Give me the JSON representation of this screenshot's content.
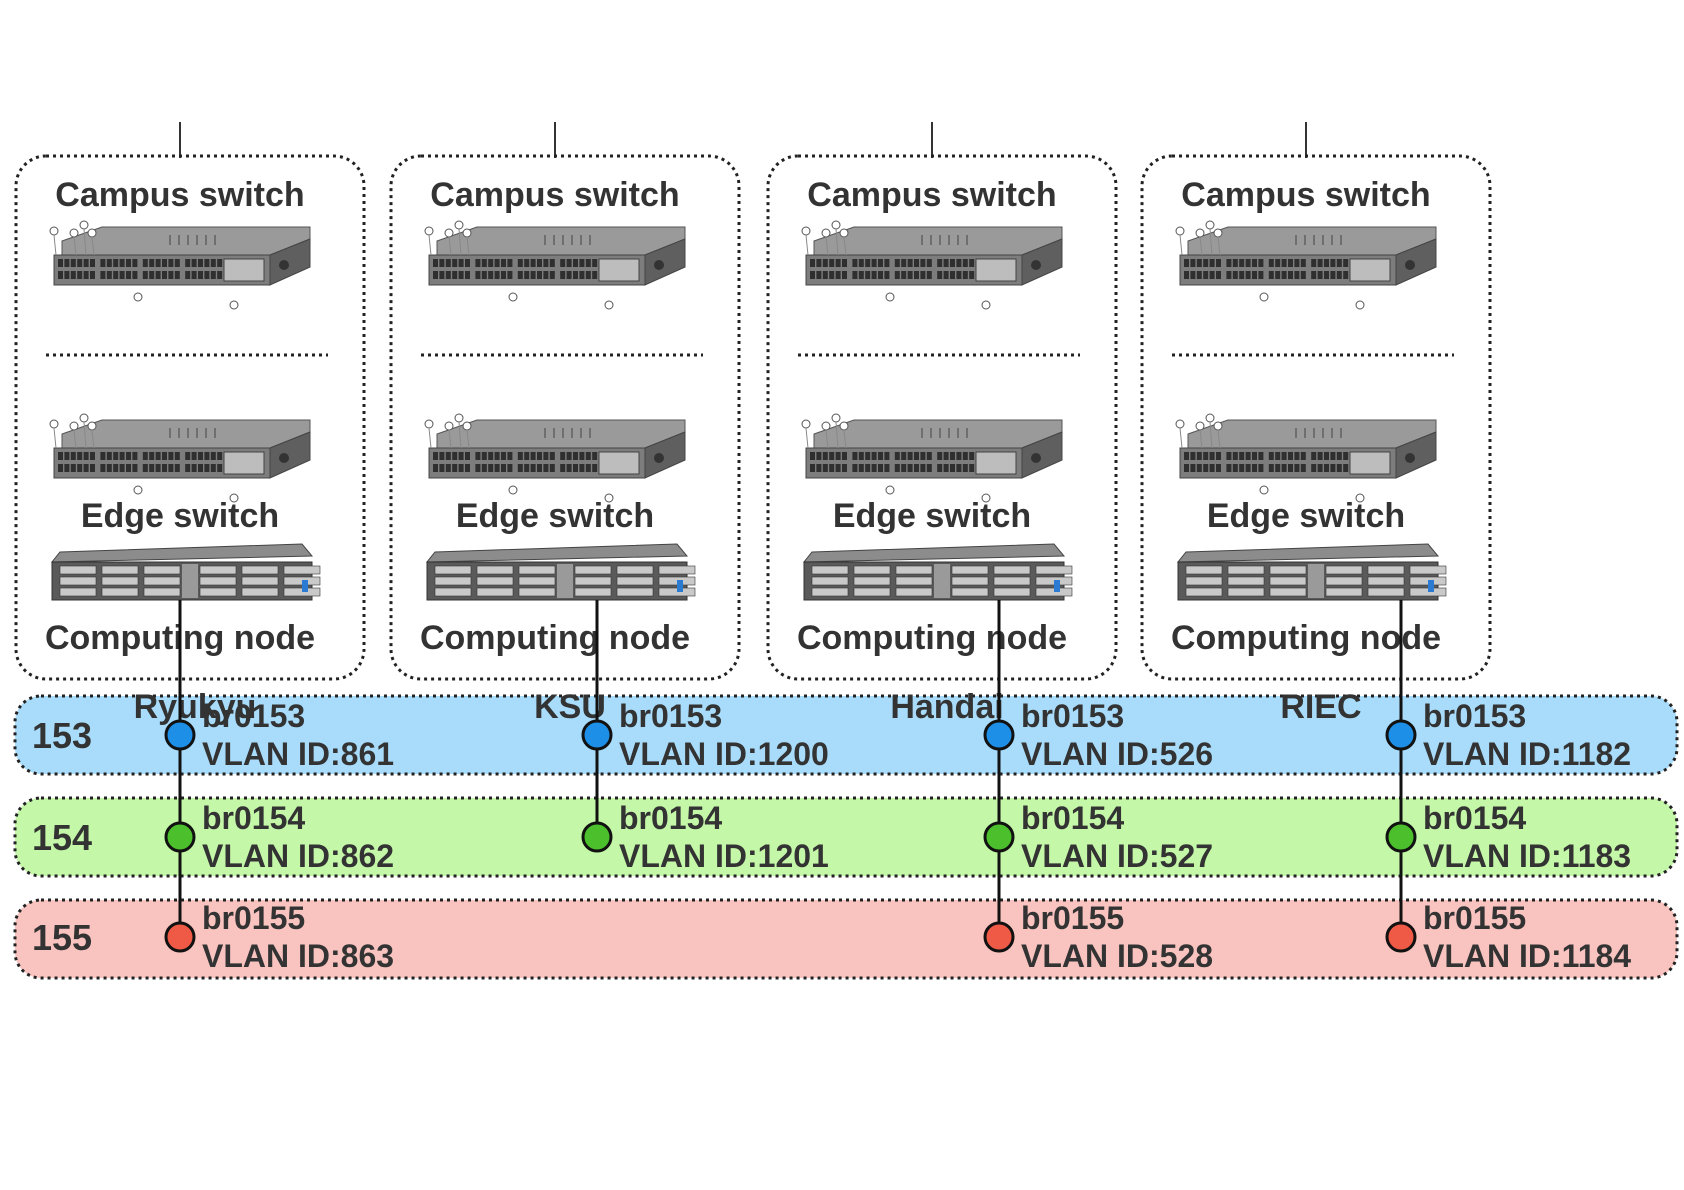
{
  "sites": [
    {
      "name": "Ryukyu",
      "campus_label": "Campus switch",
      "edge_label": "Edge switch",
      "node_label": "Computing node"
    },
    {
      "name": "KSU",
      "campus_label": "Campus switch",
      "edge_label": "Edge switch",
      "node_label": "Computing node"
    },
    {
      "name": "Handai",
      "campus_label": "Campus switch",
      "edge_label": "Edge switch",
      "node_label": "Computing node"
    },
    {
      "name": "RIEC",
      "campus_label": "Campus switch",
      "edge_label": "Edge switch",
      "node_label": "Computing node"
    }
  ],
  "vlan_rows": [
    {
      "id": "153",
      "color": "#a8dcfa",
      "dot": "#1e8fe6"
    },
    {
      "id": "154",
      "color": "#c4f7a8",
      "dot": "#4cc02c"
    },
    {
      "id": "155",
      "color": "#f9c4c0",
      "dot": "#ef5a47"
    }
  ],
  "connections": [
    {
      "site": 0,
      "row": 0,
      "bridge": "br0153",
      "vlan": "VLAN ID:861"
    },
    {
      "site": 0,
      "row": 1,
      "bridge": "br0154",
      "vlan": "VLAN ID:862"
    },
    {
      "site": 0,
      "row": 2,
      "bridge": "br0155",
      "vlan": "VLAN ID:863"
    },
    {
      "site": 1,
      "row": 0,
      "bridge": "br0153",
      "vlan": "VLAN ID:1200"
    },
    {
      "site": 1,
      "row": 1,
      "bridge": "br0154",
      "vlan": "VLAN ID:1201"
    },
    {
      "site": 2,
      "row": 0,
      "bridge": "br0153",
      "vlan": "VLAN ID:526"
    },
    {
      "site": 2,
      "row": 1,
      "bridge": "br0154",
      "vlan": "VLAN ID:527"
    },
    {
      "site": 2,
      "row": 2,
      "bridge": "br0155",
      "vlan": "VLAN ID:528"
    },
    {
      "site": 3,
      "row": 0,
      "bridge": "br0153",
      "vlan": "VLAN ID:1182"
    },
    {
      "site": 3,
      "row": 1,
      "bridge": "br0154",
      "vlan": "VLAN ID:1183"
    },
    {
      "site": 3,
      "row": 2,
      "bridge": "br0155",
      "vlan": "VLAN ID:1184"
    }
  ]
}
